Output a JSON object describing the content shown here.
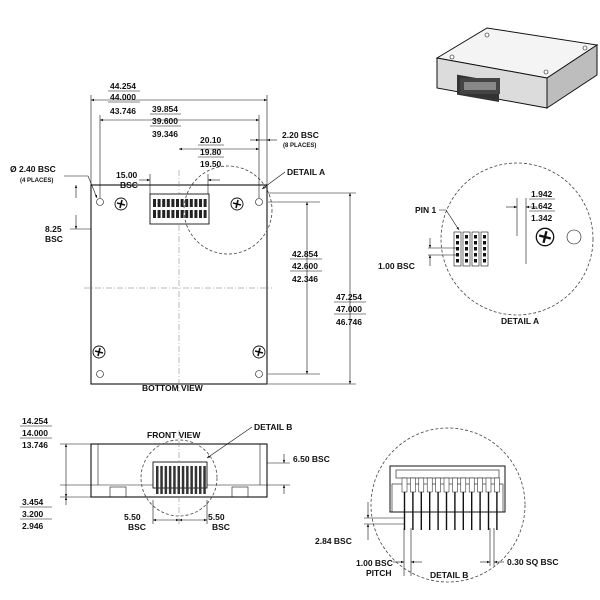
{
  "bottom_view": {
    "title": "BOTTOM VIEW",
    "width_dims": [
      "44.254",
      "44.000",
      "43.746"
    ],
    "hole_span_dims": [
      "39.854",
      "39.600",
      "39.346"
    ],
    "connector_span_dims": [
      "20.10",
      "19.80",
      "19.50"
    ],
    "connector_offset": [
      "15.00",
      "BSC"
    ],
    "hole_diameter": [
      "Ø 2.40 BSC",
      "(4 PLACES)"
    ],
    "edge_offset": [
      "2.20 BSC",
      "(8 PLACES)"
    ],
    "detail_a_label": "DETAIL A",
    "top_offset": [
      "8.25",
      "BSC"
    ],
    "hole_vspan_dims": [
      "42.854",
      "42.600",
      "42.346"
    ],
    "length_dims": [
      "47.254",
      "47.000",
      "46.746"
    ]
  },
  "detail_a": {
    "title": "DETAIL A",
    "pin1_label": "PIN 1",
    "pitch": "1.00 BSC",
    "dims": [
      "1.942",
      "1.642",
      "1.342"
    ]
  },
  "front_view": {
    "title": "FRONT VIEW",
    "detail_b_label": "DETAIL B",
    "height_dims": [
      "14.254",
      "14.000",
      "13.746"
    ],
    "standoff_dims": [
      "3.454",
      "3.200",
      "2.946"
    ],
    "right_dim": "6.50 BSC",
    "left_pin_span": [
      "5.50",
      "BSC"
    ],
    "right_pin_span": [
      "5.50",
      "BSC"
    ]
  },
  "detail_b": {
    "title": "DETAIL B",
    "pin_length": "2.84 BSC",
    "pitch": [
      "1.00 BSC",
      "PITCH"
    ],
    "pin_size": "0.30 SQ BSC"
  }
}
